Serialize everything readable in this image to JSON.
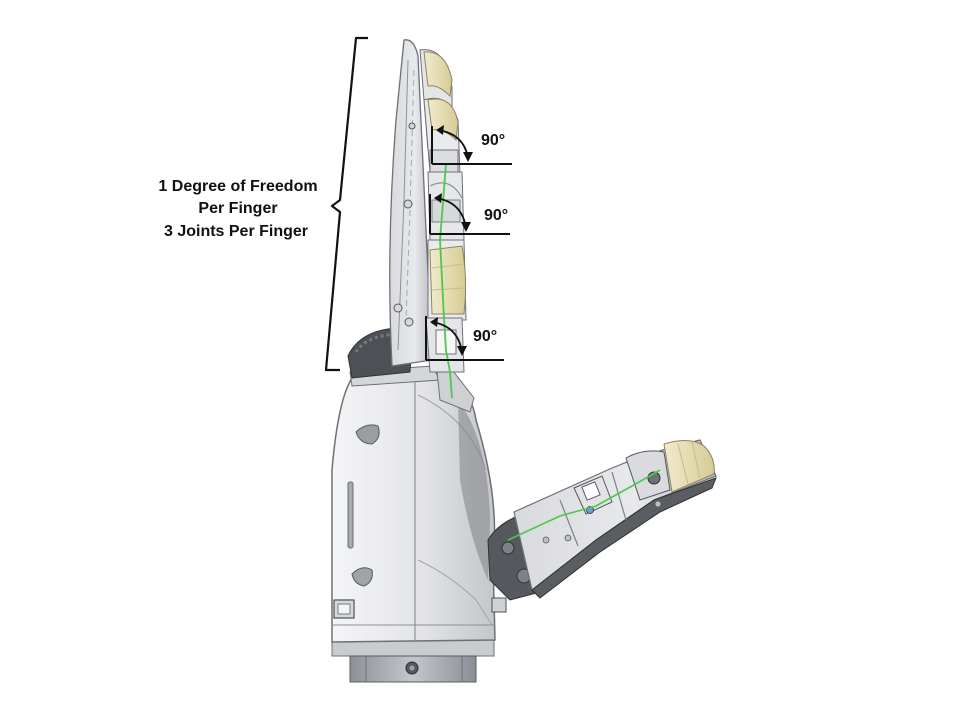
{
  "labels": {
    "line1": "1 Degree of Freedom",
    "line2": "Per Finger",
    "line3": "3 Joints Per Finger"
  },
  "angles": {
    "distal": "90°",
    "middle": "90°",
    "proximal": "90°"
  },
  "colors": {
    "shell": "#e6e7e9",
    "shell_dark": "#b9bcc0",
    "shell_shadow": "#8d9095",
    "fingertip": "#e6ddb0",
    "tendon": "#4cc94c",
    "base_ring": "#a3a7ad",
    "text": "#111111"
  }
}
